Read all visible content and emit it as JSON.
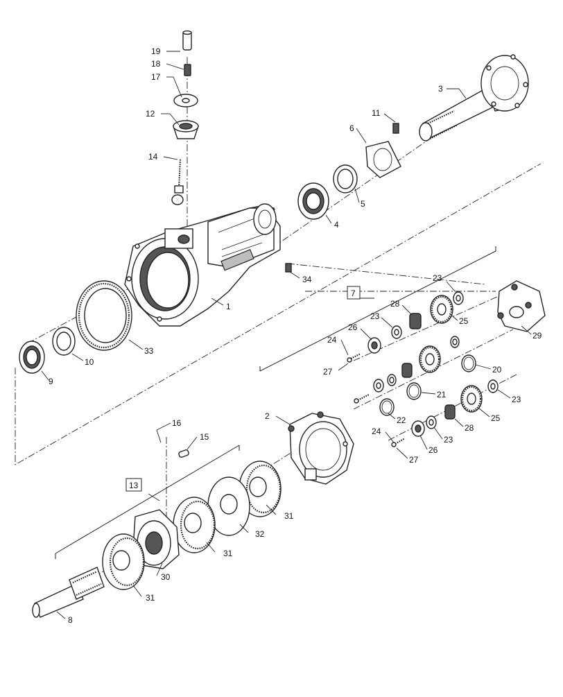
{
  "diagram": {
    "callouts": [
      {
        "id": "19",
        "label": "19"
      },
      {
        "id": "18",
        "label": "18"
      },
      {
        "id": "17",
        "label": "17"
      },
      {
        "id": "12",
        "label": "12"
      },
      {
        "id": "14",
        "label": "14"
      },
      {
        "id": "3",
        "label": "3"
      },
      {
        "id": "11",
        "label": "11"
      },
      {
        "id": "6",
        "label": "6"
      },
      {
        "id": "5",
        "label": "5"
      },
      {
        "id": "4",
        "label": "4"
      },
      {
        "id": "34",
        "label": "34"
      },
      {
        "id": "1",
        "label": "1"
      },
      {
        "id": "33",
        "label": "33"
      },
      {
        "id": "10",
        "label": "10"
      },
      {
        "id": "9",
        "label": "9"
      },
      {
        "id": "7",
        "label": "7"
      },
      {
        "id": "23a",
        "label": "23"
      },
      {
        "id": "28a",
        "label": "28"
      },
      {
        "id": "23b",
        "label": "23"
      },
      {
        "id": "26a",
        "label": "26"
      },
      {
        "id": "25a",
        "label": "25"
      },
      {
        "id": "29",
        "label": "29"
      },
      {
        "id": "24a",
        "label": "24"
      },
      {
        "id": "27a",
        "label": "27"
      },
      {
        "id": "20",
        "label": "20"
      },
      {
        "id": "21",
        "label": "21"
      },
      {
        "id": "23c",
        "label": "23"
      },
      {
        "id": "2",
        "label": "2"
      },
      {
        "id": "22",
        "label": "22"
      },
      {
        "id": "25b",
        "label": "25"
      },
      {
        "id": "28b",
        "label": "28"
      },
      {
        "id": "24b",
        "label": "24"
      },
      {
        "id": "23d",
        "label": "23"
      },
      {
        "id": "26b",
        "label": "26"
      },
      {
        "id": "27b",
        "label": "27"
      },
      {
        "id": "16",
        "label": "16"
      },
      {
        "id": "15",
        "label": "15"
      },
      {
        "id": "13",
        "label": "13"
      },
      {
        "id": "31a",
        "label": "31"
      },
      {
        "id": "32",
        "label": "32"
      },
      {
        "id": "31b",
        "label": "31"
      },
      {
        "id": "30",
        "label": "30"
      },
      {
        "id": "31c",
        "label": "31"
      },
      {
        "id": "8",
        "label": "8"
      }
    ]
  }
}
